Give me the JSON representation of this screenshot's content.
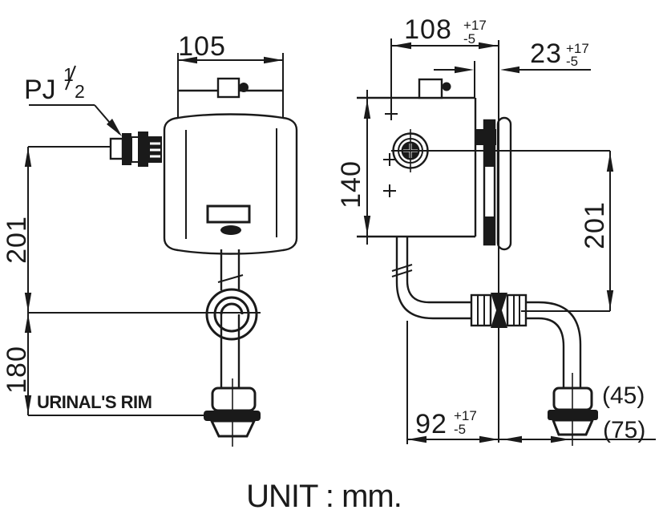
{
  "colors": {
    "ink": "#1a1a1a",
    "background": "#ffffff"
  },
  "unit_note": "UNIT : mm.",
  "front_view": {
    "width_dim": "105",
    "inlet_thread": {
      "prefix": "PJ",
      "numerator": "1",
      "denominator": "2"
    },
    "inlet_height_dim": "201",
    "rim_height_dim": "180",
    "rim_label": "URINAL'S RIM"
  },
  "side_view": {
    "depth_dim": "108",
    "depth_tol_plus": "+17",
    "depth_tol_minus": "-5",
    "wall_clearance_dim": "23",
    "wall_clearance_tol_plus": "+17",
    "wall_clearance_tol_minus": "-5",
    "body_height_dim": "140",
    "outlet_drop_dim": "201",
    "pipe_setback_dim": "92",
    "pipe_setback_tol_plus": "+17",
    "pipe_setback_tol_minus": "-5",
    "spreader_offset_ref_a": "(45)",
    "spreader_offset_ref_b": "(75)"
  }
}
